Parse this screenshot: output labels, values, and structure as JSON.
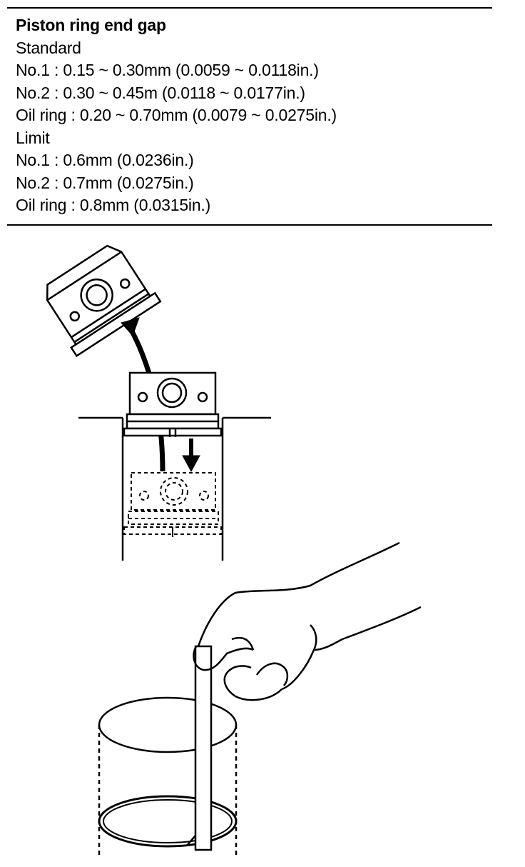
{
  "spec": {
    "title": "Piston ring end gap",
    "standard_heading": "Standard",
    "standard": [
      "No.1 : 0.15 ~ 0.30mm (0.0059 ~ 0.0118in.)",
      "No.2 : 0.30 ~ 0.45m (0.0118 ~ 0.0177in.)",
      "Oil ring : 0.20 ~ 0.70mm (0.0079 ~ 0.0275in.)"
    ],
    "limit_heading": "Limit",
    "limit": [
      "No.1 :  0.6mm (0.0236in.)",
      "No.2 :  0.7mm (0.0275in.)",
      "Oil ring :  0.8mm (0.0315in.)"
    ]
  },
  "illustrations": {
    "upper": "piston pushing ring into cylinder bore",
    "lower": "hand inserting feeler gauge into ring end gap"
  }
}
